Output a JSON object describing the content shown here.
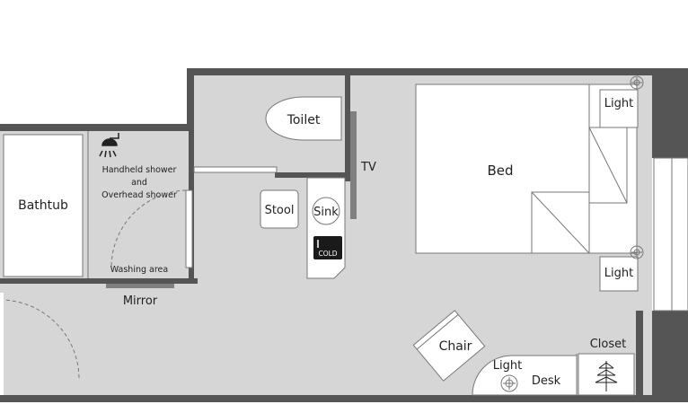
{
  "labels": {
    "toilet": "Toilet",
    "tv": "TV",
    "bed": "Bed",
    "light_top": "Light",
    "light_mid": "Light",
    "light_desk": "Light",
    "bathtub": "Bathtub",
    "shower_line1": "Handheld shower",
    "shower_line2": "and",
    "shower_line3": "Overhead shower",
    "washing_area": "Washing area",
    "mirror": "Mirror",
    "stool": "Stool",
    "sink": "Sink",
    "fridge": "COLD",
    "chair": "Chair",
    "closet": "Closet",
    "desk": "Desk"
  },
  "colors": {
    "floor": "#d6d6d6",
    "wall": "#555555",
    "fixture": "#ffffff",
    "line": "#777777",
    "tv": "#808080",
    "fridge": "#1a1a1a"
  }
}
